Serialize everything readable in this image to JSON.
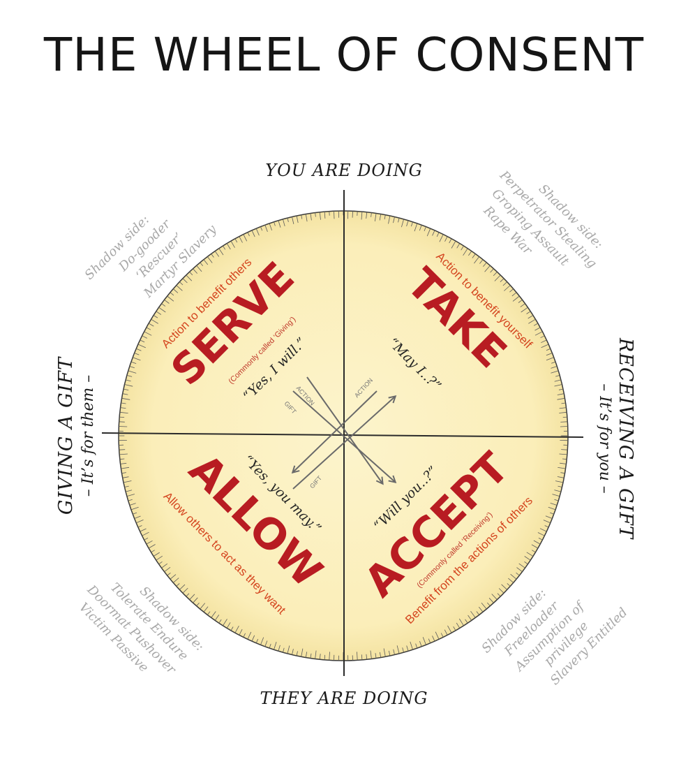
{
  "title": "THE WHEEL OF CONSENT",
  "axes": {
    "top": "YOU ARE DOING",
    "bottom": "THEY ARE DOING",
    "left_title": "GIVING A GIFT",
    "left_sub": "– It’s for them –",
    "right_title": "RECEIVING A GIFT",
    "right_sub": "– It’s for you –"
  },
  "quadrants": {
    "serve": {
      "name": "SERVE",
      "description": "Action to benefit others",
      "note": "(Commonly called ‘Giving’)",
      "quote": "“Yes, I will.”"
    },
    "take": {
      "name": "TAKE",
      "description": "Action to benefit yourself",
      "quote": "“May I..?”"
    },
    "allow": {
      "name": "ALLOW",
      "description": "Allow others to act as they want",
      "quote": "“Yes, you may.”"
    },
    "accept": {
      "name": "ACCEPT",
      "description": "Benefit from the actions of others",
      "note": "(Commonly called ‘Receiving’)",
      "quote": "“Will you..?”"
    }
  },
  "shadows": {
    "serve": [
      "Shadow side:",
      "Do-gooder",
      "‘Rescuer’",
      "Martyr  Slavery"
    ],
    "take": [
      "Shadow side:",
      "Perpetrator  Stealing",
      "Groping  Assault",
      "Rape  War"
    ],
    "allow": [
      "Shadow side:",
      "Tolerate  Endure",
      "Doormat  Pushover",
      "Victim  Passive"
    ],
    "accept": [
      "Shadow side:",
      "Freeloader",
      "Assumption of",
      "privilege",
      "Slavery  Entitled"
    ]
  },
  "arrows": {
    "action": "ACTION",
    "gift": "GIFT"
  },
  "colors": {
    "wheel_fill": "#fbf1c2",
    "accent_red": "#b81c22",
    "desc_orange": "#d4451f",
    "shadow_gray": "#a8a8a8"
  }
}
